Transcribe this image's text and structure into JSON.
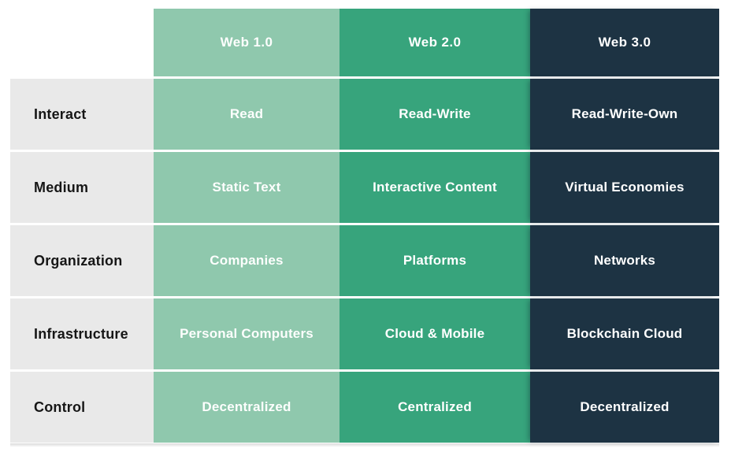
{
  "figure": {
    "type": "comparison-table",
    "row_header_bg": "#e9e9e9",
    "row_header_text_color": "#161616",
    "cell_text_color": "#ffffff",
    "columns": [
      {
        "label": "Web 1.0",
        "color": "#8fc8ad"
      },
      {
        "label": "Web 2.0",
        "color": "#37a47c"
      },
      {
        "label": "Web 3.0",
        "color": "#1d3343"
      }
    ],
    "rows": [
      {
        "label": "Interact",
        "values": [
          "Read",
          "Read-Write",
          "Read-Write-Own"
        ]
      },
      {
        "label": "Medium",
        "values": [
          "Static Text",
          "Interactive Content",
          "Virtual Economies"
        ]
      },
      {
        "label": "Organization",
        "values": [
          "Companies",
          "Platforms",
          "Networks"
        ]
      },
      {
        "label": "Infrastructure",
        "values": [
          "Personal Computers",
          "Cloud & Mobile",
          "Blockchain Cloud"
        ]
      },
      {
        "label": "Control",
        "values": [
          "Decentralized",
          "Centralized",
          "Decentralized"
        ]
      }
    ]
  },
  "chart_data": {
    "type": "table",
    "title": "",
    "columns": [
      "",
      "Web 1.0",
      "Web 2.0",
      "Web 3.0"
    ],
    "rows": [
      [
        "Interact",
        "Read",
        "Read-Write",
        "Read-Write-Own"
      ],
      [
        "Medium",
        "Static Text",
        "Interactive Content",
        "Virtual Economies"
      ],
      [
        "Organization",
        "Companies",
        "Platforms",
        "Networks"
      ],
      [
        "Infrastructure",
        "Personal Computers",
        "Cloud & Mobile",
        "Blockchain Cloud"
      ],
      [
        "Control",
        "Decentralized",
        "Centralized",
        "Decentralized"
      ]
    ],
    "column_colors": [
      "#e9e9e9",
      "#8fc8ad",
      "#37a47c",
      "#1d3343"
    ]
  }
}
